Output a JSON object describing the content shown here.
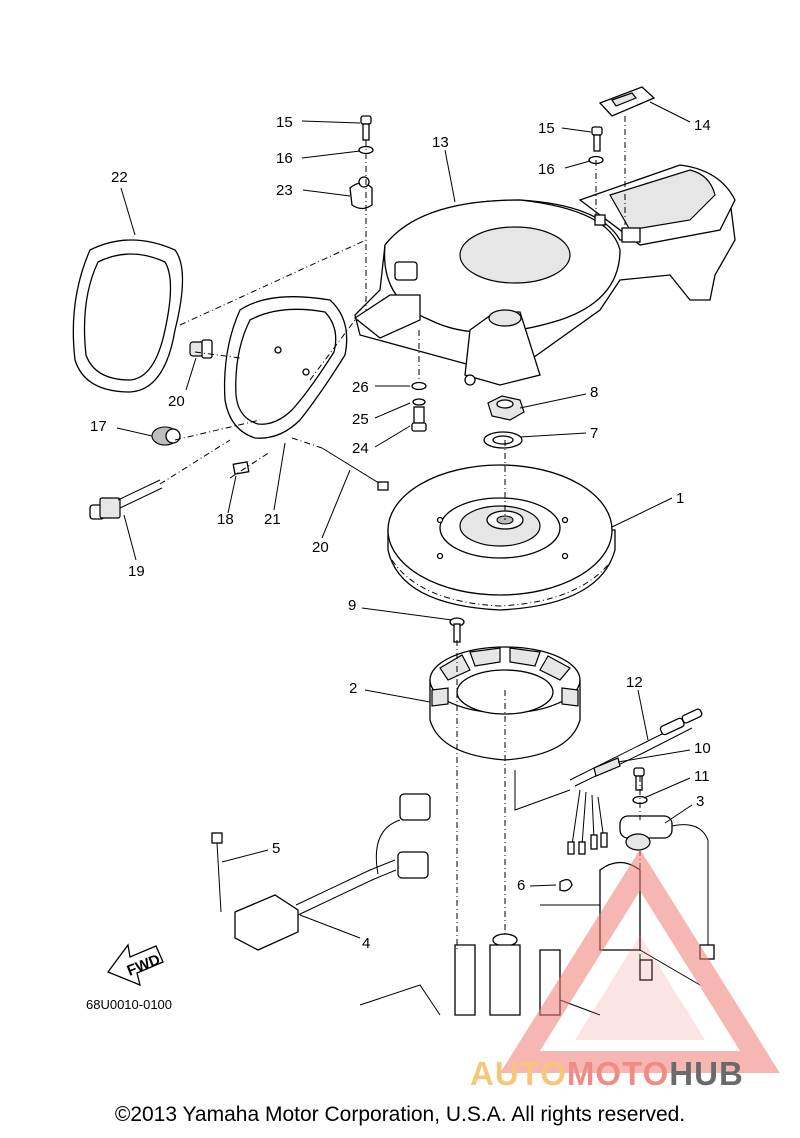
{
  "callouts": [
    "1",
    "2",
    "3",
    "4",
    "5",
    "6",
    "7",
    "8",
    "9",
    "10",
    "11",
    "12",
    "13",
    "14",
    "15",
    "15",
    "16",
    "16",
    "17",
    "18",
    "19",
    "20",
    "20",
    "21",
    "22",
    "23",
    "24",
    "25",
    "26"
  ],
  "fwd_label": "FWD",
  "diagram_code": "68U0010-0100",
  "watermark": {
    "part1": "AUTO",
    "part2": "MOTO",
    "part3": "HUB",
    "colors": {
      "auto": "#f6c77b",
      "moto": "#ef8c85",
      "hub": "#6a6a6a",
      "triangle": "#ef7b72"
    }
  },
  "copyright": "©2013 Yamaha Motor Corporation, U.S.A. All rights reserved."
}
